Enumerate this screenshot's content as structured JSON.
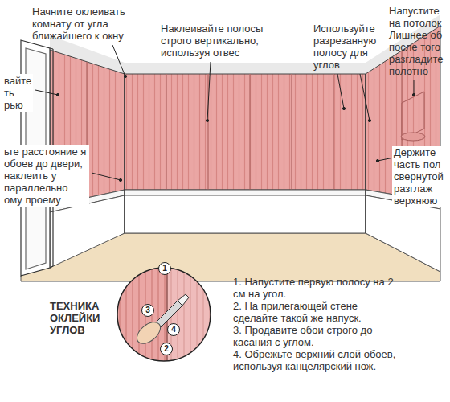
{
  "diagram": {
    "nodes": [
      {
        "text": [
          "1",
          "3",
          "4",
          "2"
        ]
      }
    ],
    "labels": [
      "Начните оклеивать комнату от угла ближайшего к окну",
      "Наклеивайте полосы строго вертикально, используя отвес",
      "Используйте разрезанную полосу для углов",
      "Напустите на потолок Лишнее об после того разгладите полотно",
      "вайте ть рью",
      "ьте расстояние я обоев до двери, наклеить у параллельно ому проему",
      "Держите часть пол свернутой разглаж верхнюю",
      "ТЕХНИКА ОКЛЕЙКИ УГЛОВ",
      "1. Напустите первую полосу на 2 см на угол.",
      "2. На прилегающей стене сделайте такой же напуск.",
      "3. Продавите обои строго до касания с углом.",
      "4. Обрежьте верхний слой обоев, используя канцелярский нож."
    ]
  }
}
